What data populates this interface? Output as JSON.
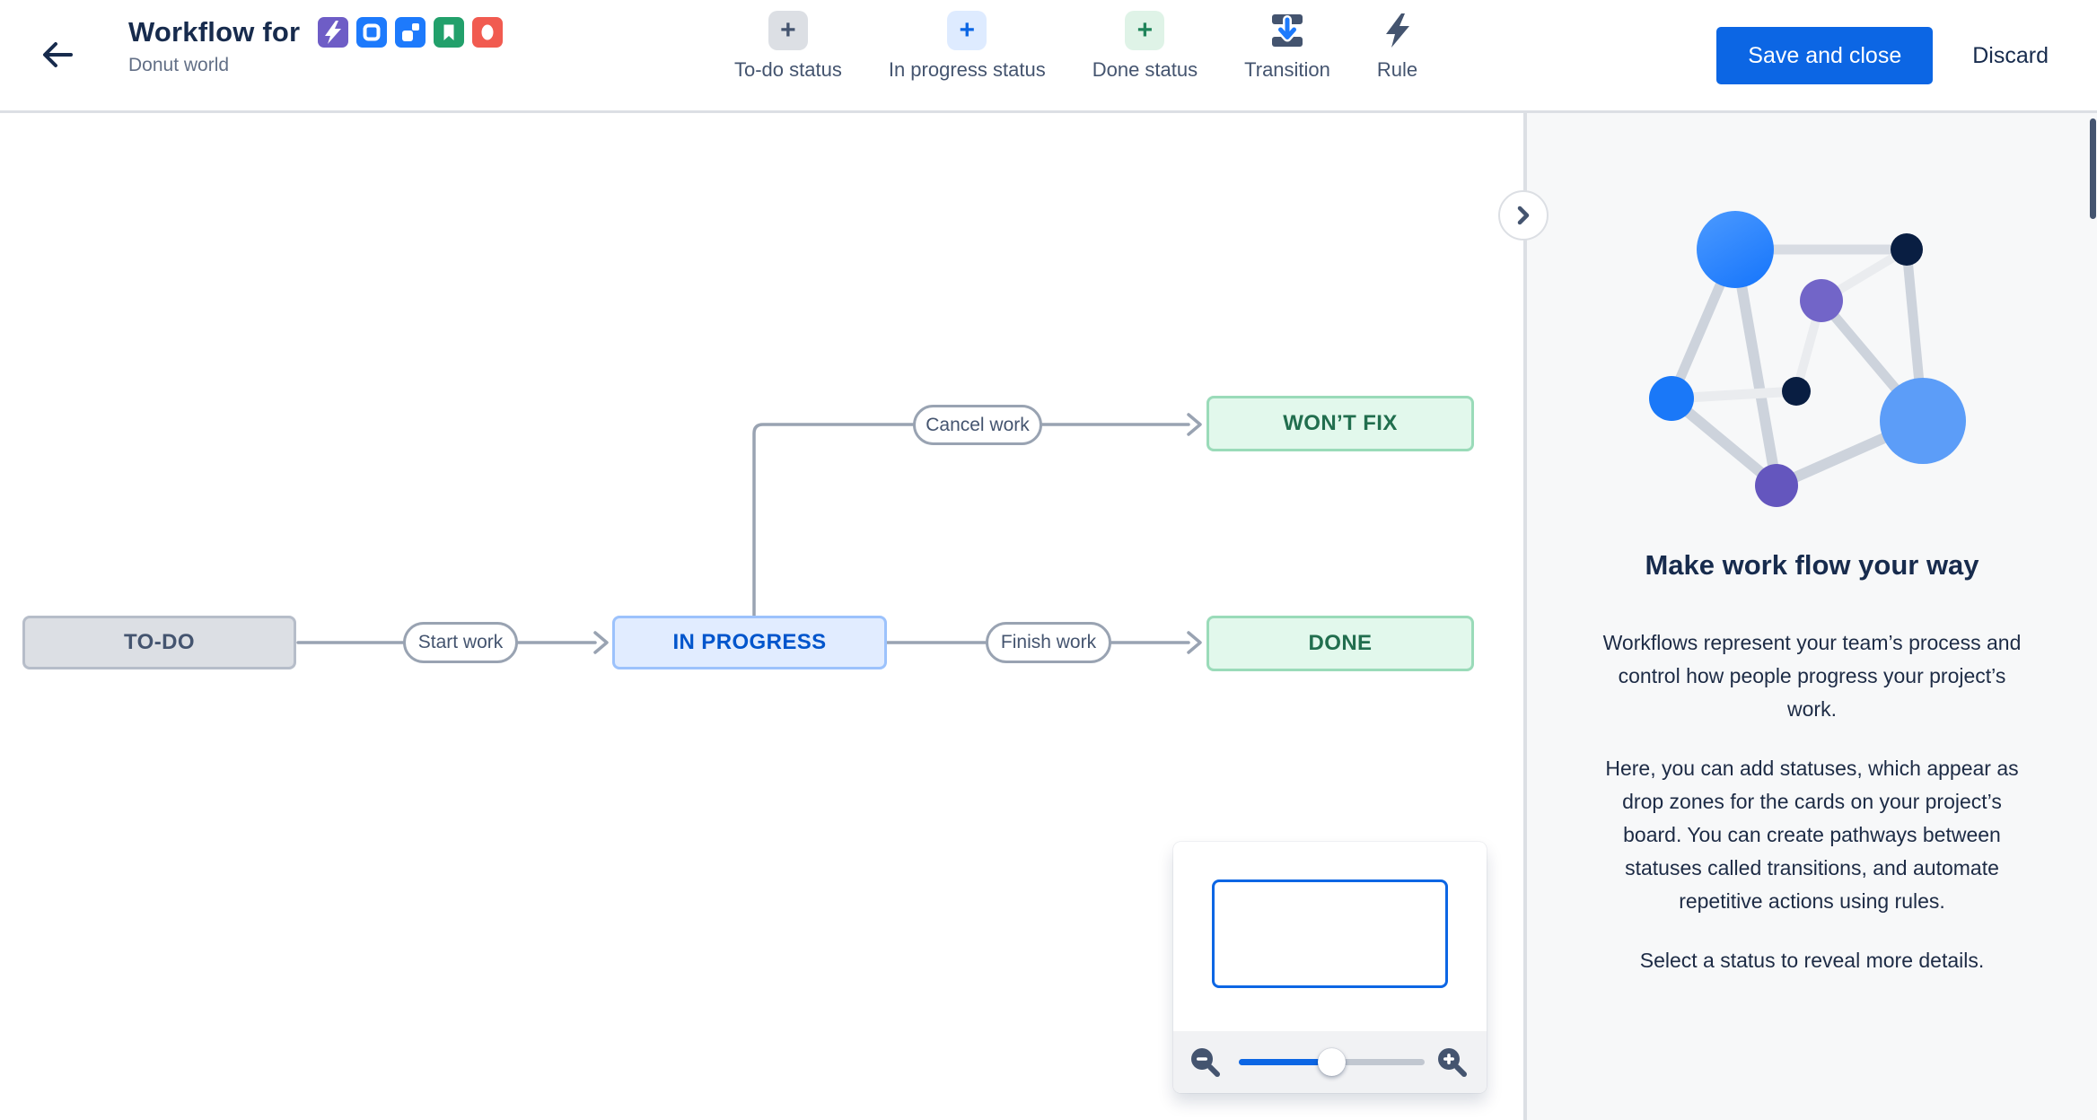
{
  "header": {
    "title": "Workflow for",
    "subtitle": "Donut world",
    "issue_types": [
      {
        "name": "bolt-issue-icon",
        "color": "#6E5DC6"
      },
      {
        "name": "task-issue-icon",
        "color": "#1D7AFC"
      },
      {
        "name": "subtask-issue-icon",
        "color": "#1D7AFC"
      },
      {
        "name": "story-issue-icon",
        "color": "#22A06B"
      },
      {
        "name": "bug-issue-icon",
        "color": "#F15B50"
      }
    ],
    "toolbar": [
      {
        "label": "To-do status",
        "icon": "add-todo-status-icon",
        "bg": "#DCDFE4",
        "fg": "#44546F"
      },
      {
        "label": "In progress status",
        "icon": "add-inprogress-status-icon",
        "bg": "#DEEBFF",
        "fg": "#0C66E4"
      },
      {
        "label": "Done status",
        "icon": "add-done-status-icon",
        "bg": "#DFF3E7",
        "fg": "#1F845A"
      },
      {
        "label": "Transition",
        "icon": "transition-icon",
        "fg": "#44546F"
      },
      {
        "label": "Rule",
        "icon": "rule-bolt-icon",
        "fg": "#44546F"
      }
    ],
    "save_label": "Save and close",
    "discard_label": "Discard"
  },
  "workflow": {
    "statuses": [
      {
        "label": "TO-DO",
        "category": "todo",
        "fill": "#DCDFE4",
        "border": "#B6BDC9",
        "text": "#44546F"
      },
      {
        "label": "IN PROGRESS",
        "category": "in-progress",
        "fill": "#E1ECFF",
        "border": "#9CC2FC",
        "text": "#0055CC"
      },
      {
        "label": "WON’T FIX",
        "category": "done",
        "fill": "#E2F8EC",
        "border": "#9ADBB9",
        "text": "#216E4E"
      },
      {
        "label": "DONE",
        "category": "done",
        "fill": "#E2F8EC",
        "border": "#9ADBB9",
        "text": "#216E4E"
      }
    ],
    "transitions": [
      {
        "label": "Start work",
        "from": "TO-DO",
        "to": "IN PROGRESS"
      },
      {
        "label": "Cancel work",
        "from": "IN PROGRESS",
        "to": "WON’T FIX"
      },
      {
        "label": "Finish work",
        "from": "IN PROGRESS",
        "to": "DONE"
      }
    ],
    "edge_color": "#99A3B2"
  },
  "minimap": {
    "zoom_out_icon": "magnifier-minus-icon",
    "zoom_in_icon": "magnifier-plus-icon",
    "slider_value_pct": 50,
    "accent": "#0C66E4"
  },
  "panel": {
    "heading": "Make work flow your way",
    "paragraphs": [
      "Workflows represent your team’s process and control how people progress your project’s work.",
      "Here, you can add statuses, which appear as drop zones for the cards on your project’s board. You can create pathways between statuses called transitions, and automate repetitive actions using rules.",
      "Select a status to reveal more details."
    ]
  },
  "colors": {
    "accent_blue": "#0C66E4",
    "header_text": "#172B4D",
    "panel_bg": "#F7F8F9",
    "divider": "#DCDFE4"
  }
}
